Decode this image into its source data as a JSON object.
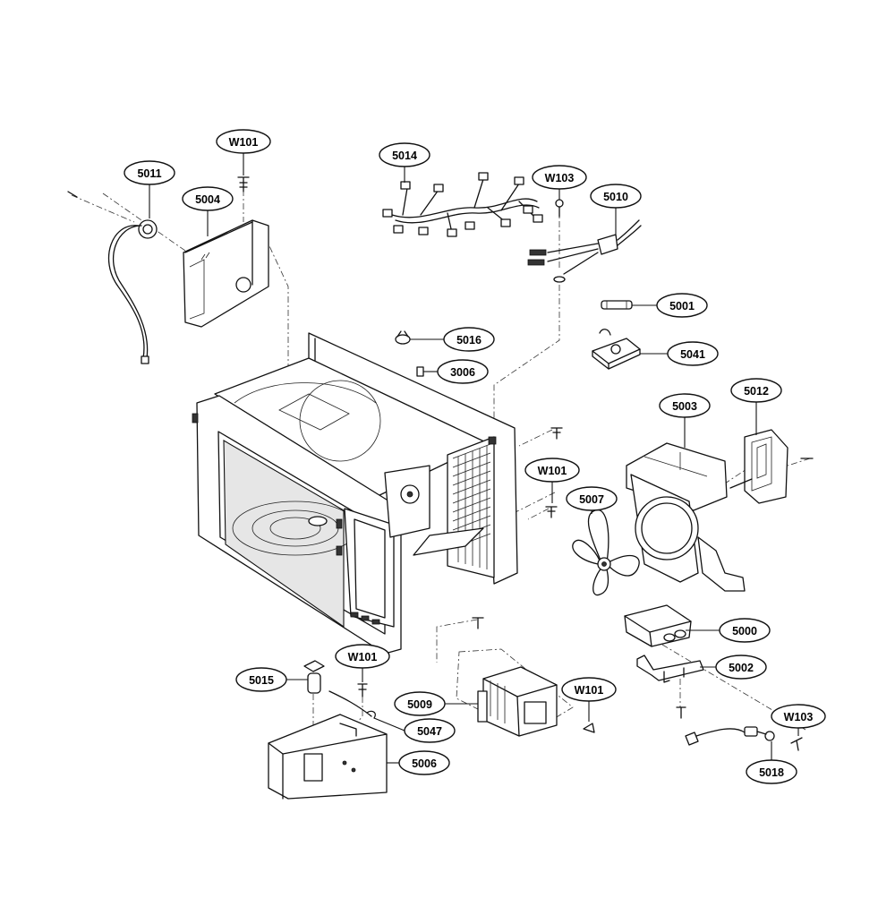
{
  "diagram": {
    "callouts": [
      {
        "id": "c5011",
        "label": "5011"
      },
      {
        "id": "cW101a",
        "label": "W101"
      },
      {
        "id": "c5004",
        "label": "5004"
      },
      {
        "id": "c5014",
        "label": "5014"
      },
      {
        "id": "cW103a",
        "label": "W103"
      },
      {
        "id": "c5010",
        "label": "5010"
      },
      {
        "id": "c5001",
        "label": "5001"
      },
      {
        "id": "c5016",
        "label": "5016"
      },
      {
        "id": "c3006",
        "label": "3006"
      },
      {
        "id": "c5041",
        "label": "5041"
      },
      {
        "id": "c5003",
        "label": "5003"
      },
      {
        "id": "c5012",
        "label": "5012"
      },
      {
        "id": "cW101b",
        "label": "W101"
      },
      {
        "id": "c5007",
        "label": "5007"
      },
      {
        "id": "c5000",
        "label": "5000"
      },
      {
        "id": "c5002",
        "label": "5002"
      },
      {
        "id": "cW101c",
        "label": "W101"
      },
      {
        "id": "c5015",
        "label": "5015"
      },
      {
        "id": "c5009",
        "label": "5009"
      },
      {
        "id": "cW101d",
        "label": "W101"
      },
      {
        "id": "c5047",
        "label": "5047"
      },
      {
        "id": "c5006",
        "label": "5006"
      },
      {
        "id": "cW103b",
        "label": "W103"
      },
      {
        "id": "c5018",
        "label": "5018"
      }
    ]
  }
}
